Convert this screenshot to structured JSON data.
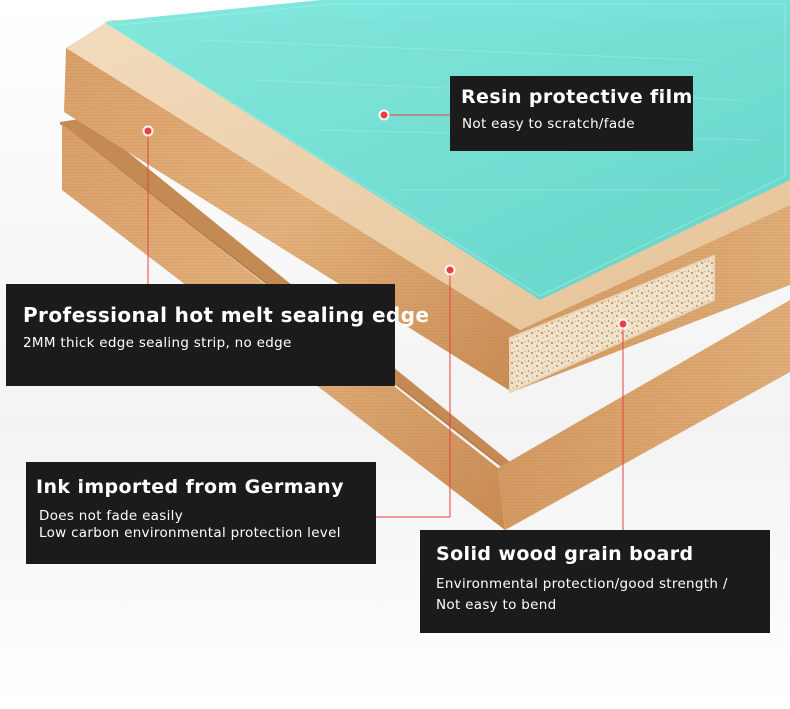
{
  "callouts": {
    "resin": {
      "title": "Resin protective film",
      "line1": "Not easy to scratch/fade"
    },
    "edge": {
      "title": "Professional hot melt sealing edge",
      "line1": "2MM thick edge sealing strip, no edge"
    },
    "ink": {
      "title": "Ink imported from Germany",
      "line1": "Does not fade easily",
      "line2": "Low carbon environmental protection level"
    },
    "wood": {
      "title": "Solid wood grain board",
      "line1": "Environmental protection/good strength /",
      "line2": "Not easy to bend"
    }
  },
  "colors": {
    "film": "#6fe0d6",
    "wood_light": "#e9c79a",
    "wood_dark": "#c98d55",
    "callout_bg": "#1b1b1b",
    "marker": "#e8413f"
  }
}
